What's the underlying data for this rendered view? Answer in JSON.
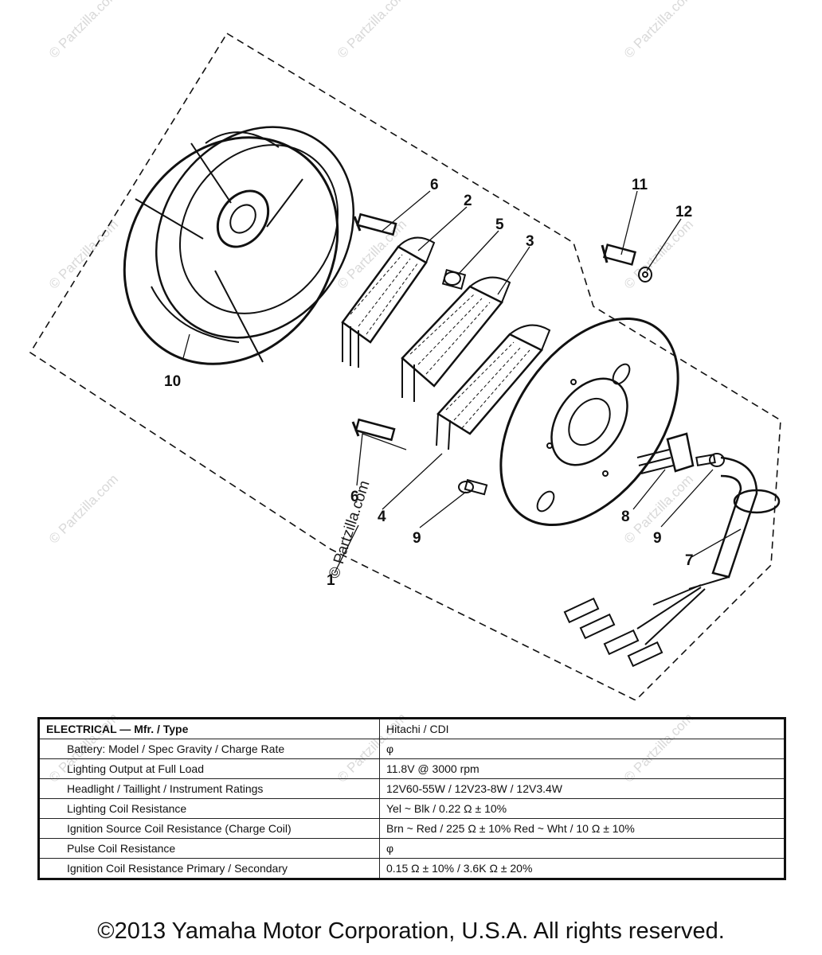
{
  "watermark": {
    "text": "© Partzilla.com",
    "brand": "Partzilla.com",
    "center_text": "© Partzilla.com"
  },
  "callouts": [
    {
      "id": "c10",
      "label": "10"
    },
    {
      "id": "c6a",
      "label": "6"
    },
    {
      "id": "c2",
      "label": "2"
    },
    {
      "id": "c5",
      "label": "5"
    },
    {
      "id": "c3",
      "label": "3"
    },
    {
      "id": "c11",
      "label": "11"
    },
    {
      "id": "c12",
      "label": "12"
    },
    {
      "id": "c6b",
      "label": "6"
    },
    {
      "id": "c4",
      "label": "4"
    },
    {
      "id": "c9a",
      "label": "9"
    },
    {
      "id": "c1",
      "label": "1"
    },
    {
      "id": "c8",
      "label": "8"
    },
    {
      "id": "c9b",
      "label": "9"
    },
    {
      "id": "c7",
      "label": "7"
    }
  ],
  "spec_table": {
    "rows": [
      {
        "label": "ELECTRICAL — Mfr. / Type",
        "value": "Hitachi / CDI"
      },
      {
        "label": "Battery: Model / Spec Gravity / Charge Rate",
        "value": "φ"
      },
      {
        "label": "Lighting Output at Full Load",
        "value": "11.8V @ 3000 rpm"
      },
      {
        "label": "Headlight / Taillight / Instrument Ratings",
        "value": "12V60-55W / 12V23-8W / 12V3.4W"
      },
      {
        "label": "Lighting Coil Resistance",
        "value": "Yel ~ Blk / 0.22 Ω ± 10%"
      },
      {
        "label": "Ignition Source Coil Resistance (Charge Coil)",
        "value": "Brn ~ Red / 225 Ω ± 10%  Red ~ Wht / 10 Ω ± 10%"
      },
      {
        "label": "Pulse Coil Resistance",
        "value": "φ"
      },
      {
        "label": "Ignition Coil Resistance Primary / Secondary",
        "value": "0.15 Ω ± 10% / 3.6K Ω ± 20%"
      }
    ]
  },
  "copyright": "©2013 Yamaha Motor Corporation, U.S.A. All rights reserved."
}
